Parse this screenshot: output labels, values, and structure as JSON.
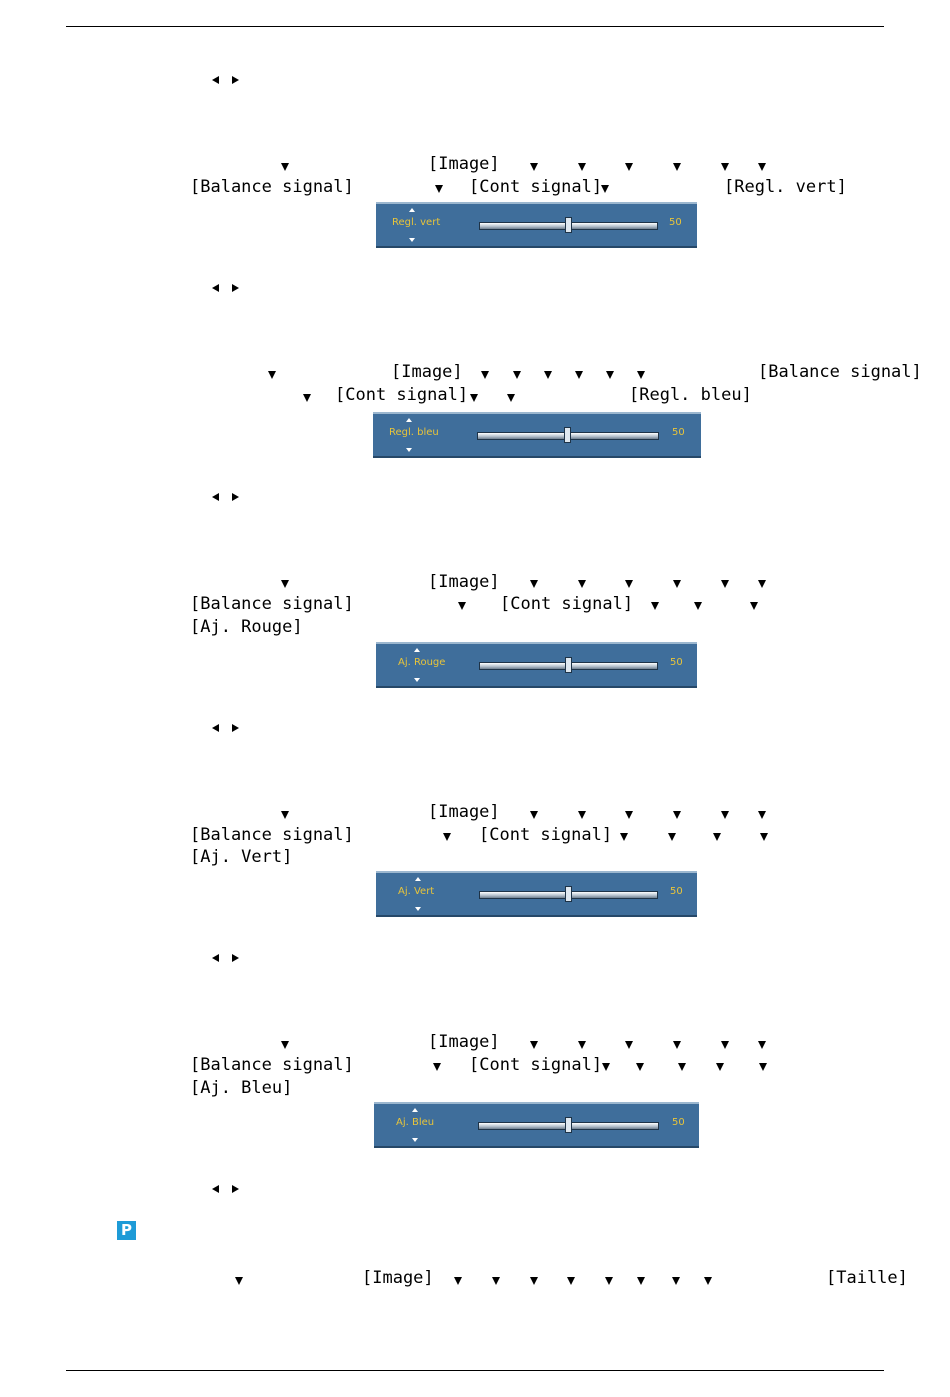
{
  "tokens": {
    "image": "[Image]",
    "balance": "[Balance signal]",
    "cont": "[Cont signal]",
    "regl_vert": "[Regl. vert]",
    "regl_bleu": "[Regl. bleu]",
    "aj_rouge": "[Aj. Rouge]",
    "aj_vert": "[Aj. Vert]",
    "aj_bleu": "[Aj. Bleu]",
    "taille": "[Taille]"
  },
  "osd": [
    {
      "label": "Regl. vert",
      "value": "50",
      "level": 0.5
    },
    {
      "label": "Regl. bleu",
      "value": "50",
      "level": 0.5
    },
    {
      "label": "Aj. Rouge",
      "value": "50",
      "level": 0.5
    },
    {
      "label": "Aj. Vert",
      "value": "50",
      "level": 0.5
    },
    {
      "label": "Aj. Bleu",
      "value": "50",
      "level": 0.5
    }
  ],
  "badge": "P",
  "icons": {
    "left_right": "left-right-arrows-icon",
    "down": "down-arrow-icon",
    "slider_arrows": "up-down-arrows-icon"
  }
}
